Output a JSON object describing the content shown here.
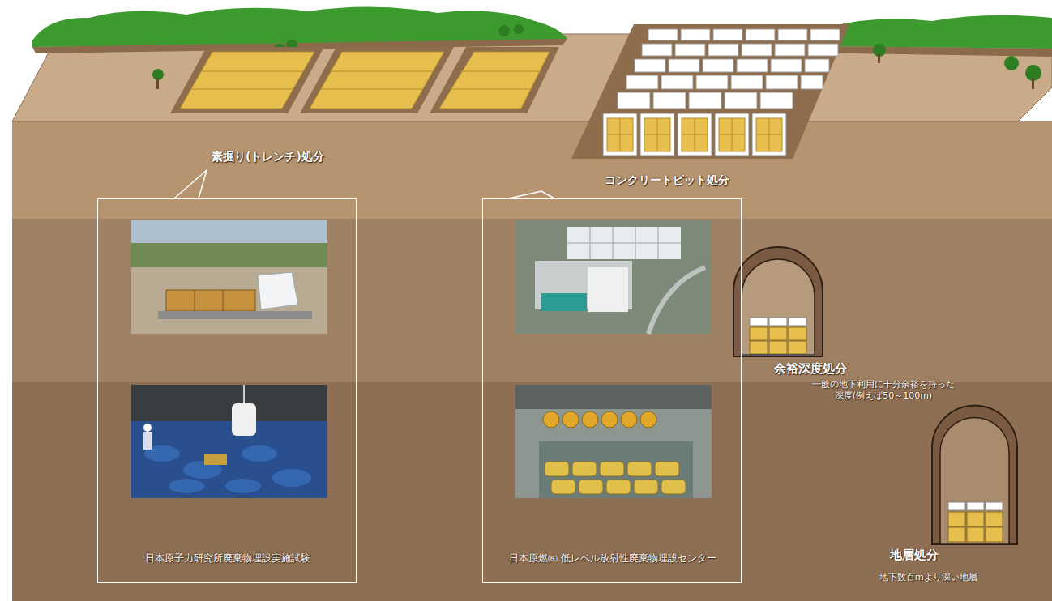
{
  "diagram": {
    "nodes": [
      {
        "text": [
          "素掘り(トレンチ)処分",
          "日本原子力研究所廃棄物埋設実施試験"
        ]
      },
      {
        "text": [
          "コンクリートピット処分",
          "日本原燃㈱ 低レベル放射性廃棄物埋設センター"
        ]
      }
    ],
    "labels": [
      "余裕深度処分",
      "一般の地下利用に十分余裕を持った深度(例えば50～100m)",
      "地層処分",
      "地下数百mより深い地層"
    ]
  }
}
